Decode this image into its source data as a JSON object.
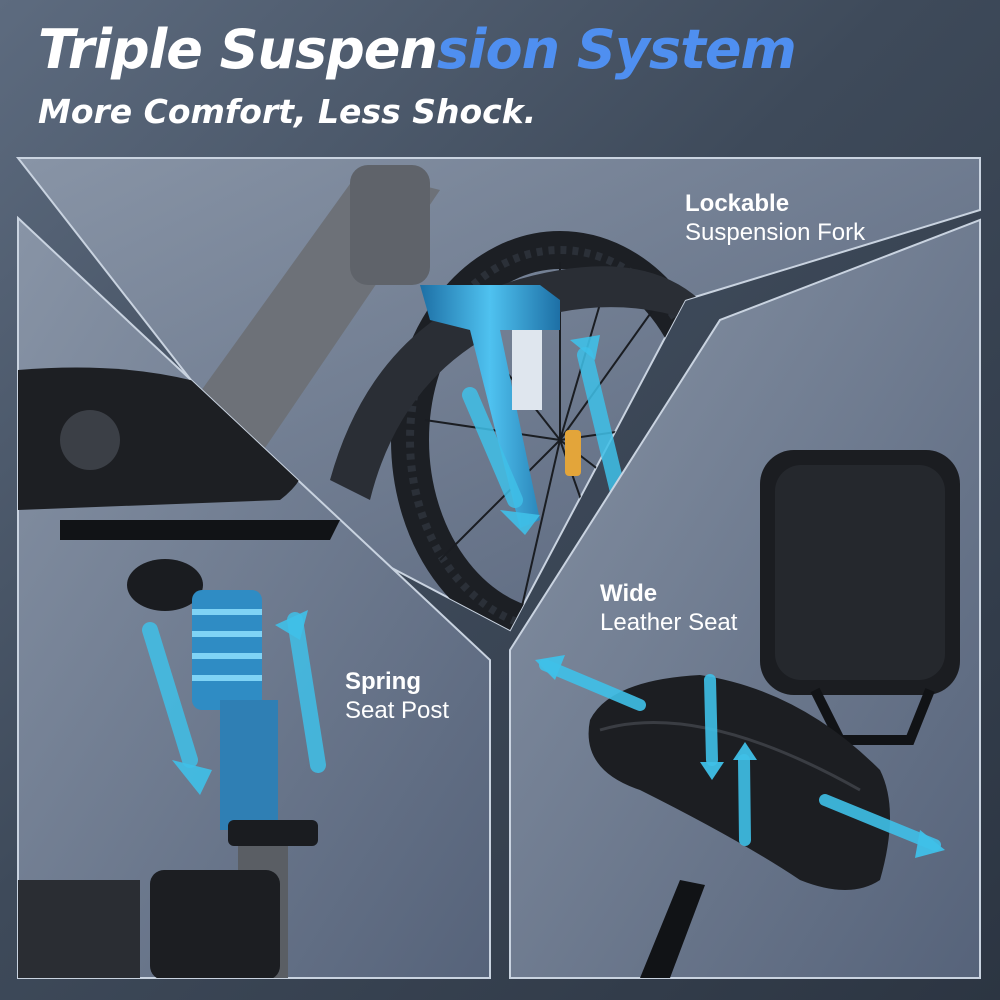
{
  "title": {
    "part1": "Triple Suspen",
    "part2": "sion System"
  },
  "subtitle": "More Comfort, Less Shock.",
  "features": {
    "fork": {
      "title": "Lockable",
      "subtitle": "Suspension Fork"
    },
    "seat": {
      "title": "Wide",
      "subtitle": "Leather Seat"
    },
    "post": {
      "title": "Spring",
      "subtitle": "Seat Post"
    }
  },
  "colors": {
    "accent": "#4f8ff0",
    "arrow": "#3fc0e8",
    "fork": "#3aa6d8"
  }
}
